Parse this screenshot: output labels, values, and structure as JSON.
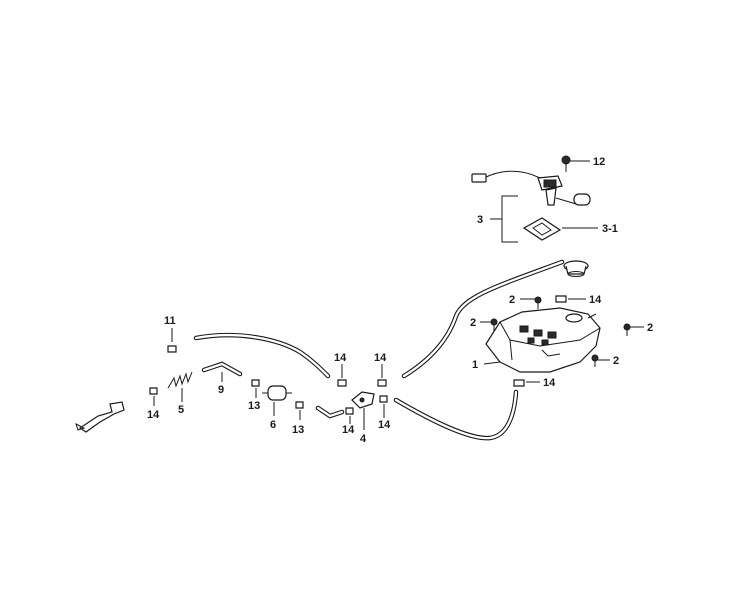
{
  "callouts": {
    "c12": "12",
    "c3": "3",
    "c3_1": "3-1",
    "c2_a": "2",
    "c14_a": "14",
    "c2_b": "2",
    "c2_c": "2",
    "c1": "1",
    "c2_d": "2",
    "c14_b": "14",
    "c11": "11",
    "c14_c": "14",
    "c14_d": "14",
    "c9": "9",
    "c14_e": "14",
    "c5": "5",
    "c13_a": "13",
    "c6": "6",
    "c13_b": "13",
    "c14_f": "14",
    "c4": "4",
    "c14_g": "14"
  }
}
